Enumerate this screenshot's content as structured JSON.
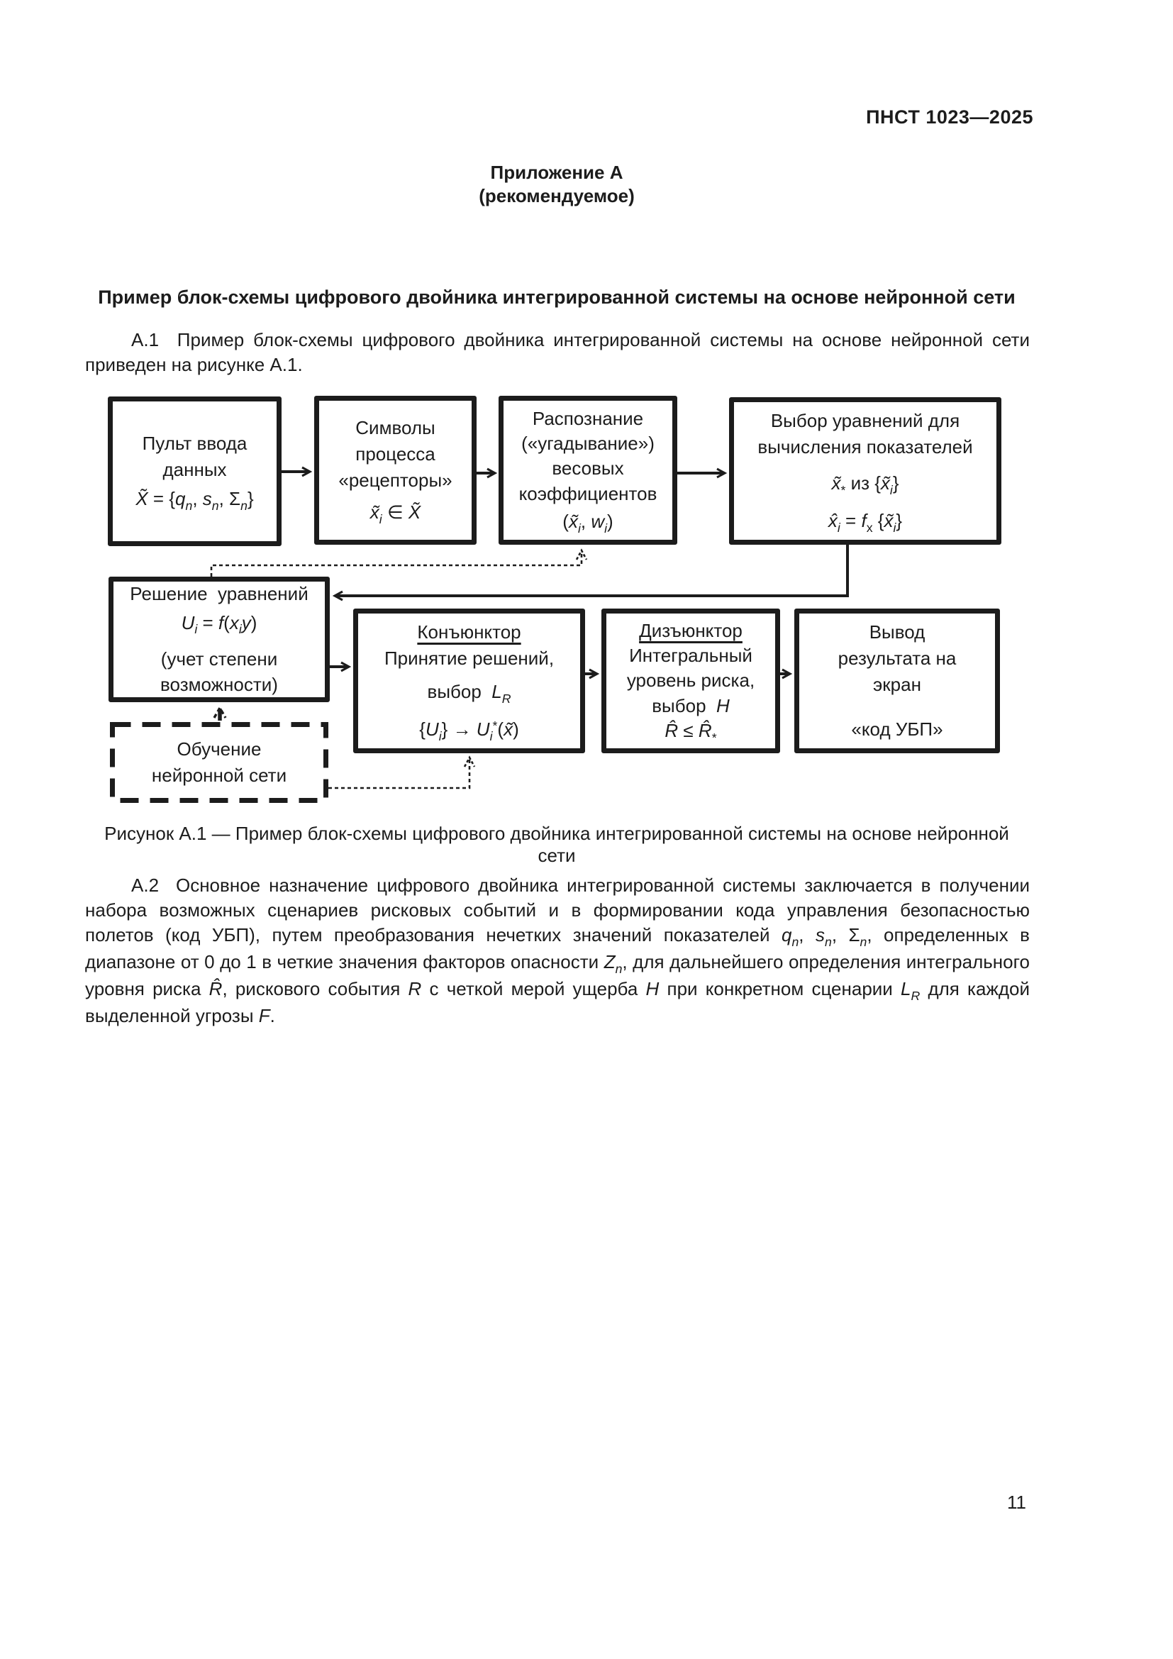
{
  "page": {
    "doc_number": "ПНСТ 1023—2025",
    "page_number": "11",
    "ink_color": "#1c1c1c",
    "paper_color": "#ffffff"
  },
  "appendix": {
    "heading": "Приложение А",
    "subheading": "(рекомендуемое)",
    "title": "Пример блок-схемы цифрового двойника интегрированной системы на основе нейронной сети"
  },
  "paragraphs": {
    "a1": "А.1  Пример блок-схемы цифрового двойника интегрированной системы на основе нейронной сети приведен на рисунке А.1.",
    "a2_runs": [
      {
        "t": "А.2  Основное назначение цифрового двойника интегрированной системы заключается в получении набора возможных сценариев рисковых событий и в формировании кода управления безопасностью полетов (код УБП), путем преобразования нечетких значений показателей "
      },
      {
        "t": "q",
        "i": true
      },
      {
        "t": "n",
        "i": true,
        "sub": true
      },
      {
        "t": ", "
      },
      {
        "t": "s",
        "i": true
      },
      {
        "t": "n",
        "i": true,
        "sub": true
      },
      {
        "t": ", Σ"
      },
      {
        "t": "n",
        "i": true,
        "sub": true
      },
      {
        "t": ", определенных в диапазоне от 0 до 1 в четкие значения факторов опасности "
      },
      {
        "t": "Z",
        "i": true
      },
      {
        "t": "n",
        "i": true,
        "sub": true
      },
      {
        "t": ", для дальнейшего определения интегрального уровня риска "
      },
      {
        "t": "R̂",
        "i": true
      },
      {
        "t": ", рискового события "
      },
      {
        "t": "R",
        "i": true
      },
      {
        "t": " с четкой мерой ущерба "
      },
      {
        "t": "H",
        "i": true
      },
      {
        "t": " при конкретном сценарии "
      },
      {
        "t": "L",
        "i": true
      },
      {
        "t": "R",
        "i": true,
        "sub": true
      },
      {
        "t": " для каждой выделенной угрозы "
      },
      {
        "t": "F",
        "i": true
      },
      {
        "t": "."
      }
    ]
  },
  "figure": {
    "caption": "Рисунок А.1 — Пример блок-схемы цифрового двойника интегрированной системы на основе нейронной сети",
    "boxes": {
      "input_panel": [
        {
          "runs": [
            {
              "t": "Пульт ввода"
            }
          ]
        },
        {
          "runs": [
            {
              "t": "данных"
            }
          ]
        },
        {
          "cls": "m4",
          "runs": [
            {
              "t": "X̃",
              "i": true
            },
            {
              "t": " = {"
            },
            {
              "t": "q",
              "i": true
            },
            {
              "t": "n",
              "i": true,
              "sub": true
            },
            {
              "t": ", "
            },
            {
              "t": "s",
              "i": true
            },
            {
              "t": "n",
              "i": true,
              "sub": true
            },
            {
              "t": ", Σ"
            },
            {
              "t": "n",
              "i": true,
              "sub": true
            },
            {
              "t": "}"
            }
          ]
        }
      ],
      "process_symbols": [
        {
          "runs": [
            {
              "t": "Символы"
            }
          ]
        },
        {
          "runs": [
            {
              "t": "процесса"
            }
          ]
        },
        {
          "runs": [
            {
              "t": "«рецепторы»"
            }
          ]
        },
        {
          "cls": "m8",
          "runs": [
            {
              "t": "x̃",
              "i": true
            },
            {
              "t": "i",
              "i": true,
              "sub": true
            },
            {
              "t": " ∈ "
            },
            {
              "t": "X̃",
              "i": true
            }
          ]
        }
      ],
      "recognition": [
        {
          "runs": [
            {
              "t": "Распознание"
            }
          ]
        },
        {
          "runs": [
            {
              "t": "(«угадывание»)"
            }
          ]
        },
        {
          "runs": [
            {
              "t": "весовых"
            }
          ]
        },
        {
          "runs": [
            {
              "t": "коэффициентов"
            }
          ]
        },
        {
          "cls": "m4",
          "runs": [
            {
              "t": "("
            },
            {
              "t": "x̃",
              "i": true
            },
            {
              "t": "i",
              "i": true,
              "sub": true
            },
            {
              "t": ", "
            },
            {
              "t": "w",
              "i": true
            },
            {
              "t": "i",
              "i": true,
              "sub": true
            },
            {
              "t": ")"
            }
          ]
        }
      ],
      "equation_selection": [
        {
          "runs": [
            {
              "t": "Выбор уравнений для"
            }
          ]
        },
        {
          "runs": [
            {
              "t": "вычисления показателей"
            }
          ]
        },
        {
          "cls": "m14",
          "runs": [
            {
              "t": "x̃",
              "i": true
            },
            {
              "t": "*",
              "sub": true
            },
            {
              "t": " из {"
            },
            {
              "t": "x̃",
              "i": true
            },
            {
              "t": "i",
              "i": true,
              "sub": true
            },
            {
              "t": "}"
            }
          ]
        },
        {
          "cls": "m16",
          "runs": [
            {
              "t": "x̂",
              "i": true
            },
            {
              "t": "i",
              "i": true,
              "sub": true
            },
            {
              "t": " = "
            },
            {
              "t": "f",
              "i": true
            },
            {
              "t": "x",
              "sub": true
            },
            {
              "t": " {"
            },
            {
              "t": "x̃",
              "i": true
            },
            {
              "t": "i",
              "i": true,
              "sub": true
            },
            {
              "t": "}"
            }
          ]
        }
      ],
      "equation_solving": [
        {
          "runs": [
            {
              "t": "Решение  уравнений"
            }
          ]
        },
        {
          "cls": "m4",
          "runs": [
            {
              "t": "U",
              "i": true
            },
            {
              "t": "i",
              "i": true,
              "sub": true
            },
            {
              "t": " = "
            },
            {
              "t": "f",
              "i": true
            },
            {
              "t": "("
            },
            {
              "t": "x",
              "i": true
            },
            {
              "t": "i",
              "i": true,
              "sub": true
            },
            {
              "t": "y",
              "i": true
            },
            {
              "t": ")"
            }
          ]
        },
        {
          "cls": "m14",
          "runs": [
            {
              "t": "(учет степени"
            }
          ]
        },
        {
          "runs": [
            {
              "t": "возможности)"
            }
          ]
        }
      ],
      "conjunctor": [
        {
          "cls": "ut",
          "runs": [
            {
              "t": "Конъюнктор"
            }
          ]
        },
        {
          "runs": [
            {
              "t": "Принятие решений,"
            }
          ]
        },
        {
          "cls": "m10",
          "runs": [
            {
              "t": "выбор  "
            },
            {
              "t": "L",
              "i": true
            },
            {
              "t": "R",
              "i": true,
              "sub": true
            }
          ]
        },
        {
          "cls": "m16",
          "runs": [
            {
              "t": "{"
            },
            {
              "t": "U",
              "i": true
            },
            {
              "t": "i",
              "i": true,
              "sub": true
            },
            {
              "t": "} → "
            },
            {
              "t": "U",
              "i": true
            },
            {
              "t": "i",
              "i": true,
              "sub": true
            },
            {
              "t": "*",
              "sup": true
            },
            {
              "t": "("
            },
            {
              "t": "x̃",
              "i": true
            },
            {
              "t": ")"
            }
          ]
        }
      ],
      "disjunctor": [
        {
          "cls": "ut",
          "runs": [
            {
              "t": "Дизъюнктор"
            }
          ]
        },
        {
          "runs": [
            {
              "t": "Интегральный"
            }
          ]
        },
        {
          "runs": [
            {
              "t": "уровень риска,"
            }
          ]
        },
        {
          "runs": [
            {
              "t": "выбор  "
            },
            {
              "t": "H",
              "i": true
            }
          ]
        },
        {
          "runs": [
            {
              "t": "R̂",
              "i": true
            },
            {
              "t": " ≤ "
            },
            {
              "t": "R̂",
              "i": true
            },
            {
              "t": "*",
              "sub": true
            }
          ]
        }
      ],
      "output": [
        {
          "runs": [
            {
              "t": "Вывод"
            }
          ]
        },
        {
          "runs": [
            {
              "t": "результата на"
            }
          ]
        },
        {
          "runs": [
            {
              "t": "экран"
            }
          ]
        },
        {
          "cls": "m26",
          "runs": [
            {
              "t": "«код УБП»"
            }
          ]
        }
      ],
      "training": [
        {
          "runs": [
            {
              "t": "Обучение"
            }
          ]
        },
        {
          "runs": [
            {
              "t": "нейронной сети"
            }
          ]
        }
      ]
    }
  }
}
